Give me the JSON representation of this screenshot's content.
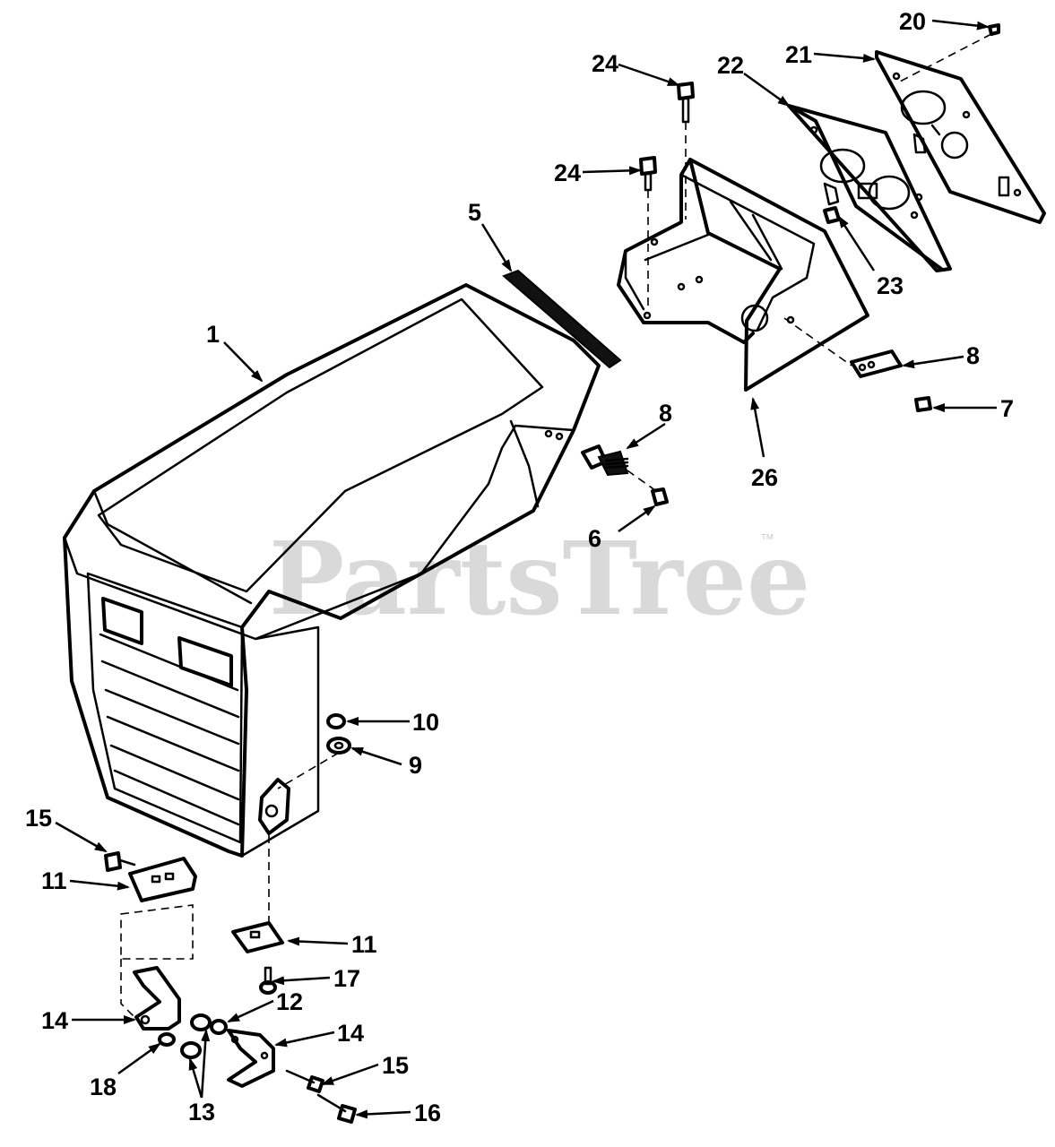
{
  "watermark": {
    "text": "PartsTree",
    "mark": "™"
  },
  "callouts": [
    {
      "id": "c1",
      "label": "1"
    },
    {
      "id": "c5",
      "label": "5"
    },
    {
      "id": "c6",
      "label": "6"
    },
    {
      "id": "c7",
      "label": "7"
    },
    {
      "id": "c8a",
      "label": "8"
    },
    {
      "id": "c8b",
      "label": "8"
    },
    {
      "id": "c9",
      "label": "9"
    },
    {
      "id": "c10",
      "label": "10"
    },
    {
      "id": "c11a",
      "label": "11"
    },
    {
      "id": "c11b",
      "label": "11"
    },
    {
      "id": "c12",
      "label": "12"
    },
    {
      "id": "c13",
      "label": "13"
    },
    {
      "id": "c14a",
      "label": "14"
    },
    {
      "id": "c14b",
      "label": "14"
    },
    {
      "id": "c15a",
      "label": "15"
    },
    {
      "id": "c15b",
      "label": "15"
    },
    {
      "id": "c16",
      "label": "16"
    },
    {
      "id": "c17",
      "label": "17"
    },
    {
      "id": "c18",
      "label": "18"
    },
    {
      "id": "c20",
      "label": "20"
    },
    {
      "id": "c21",
      "label": "21"
    },
    {
      "id": "c22",
      "label": "22"
    },
    {
      "id": "c23",
      "label": "23"
    },
    {
      "id": "c24a",
      "label": "24"
    },
    {
      "id": "c24b",
      "label": "24"
    },
    {
      "id": "c26",
      "label": "26"
    }
  ]
}
